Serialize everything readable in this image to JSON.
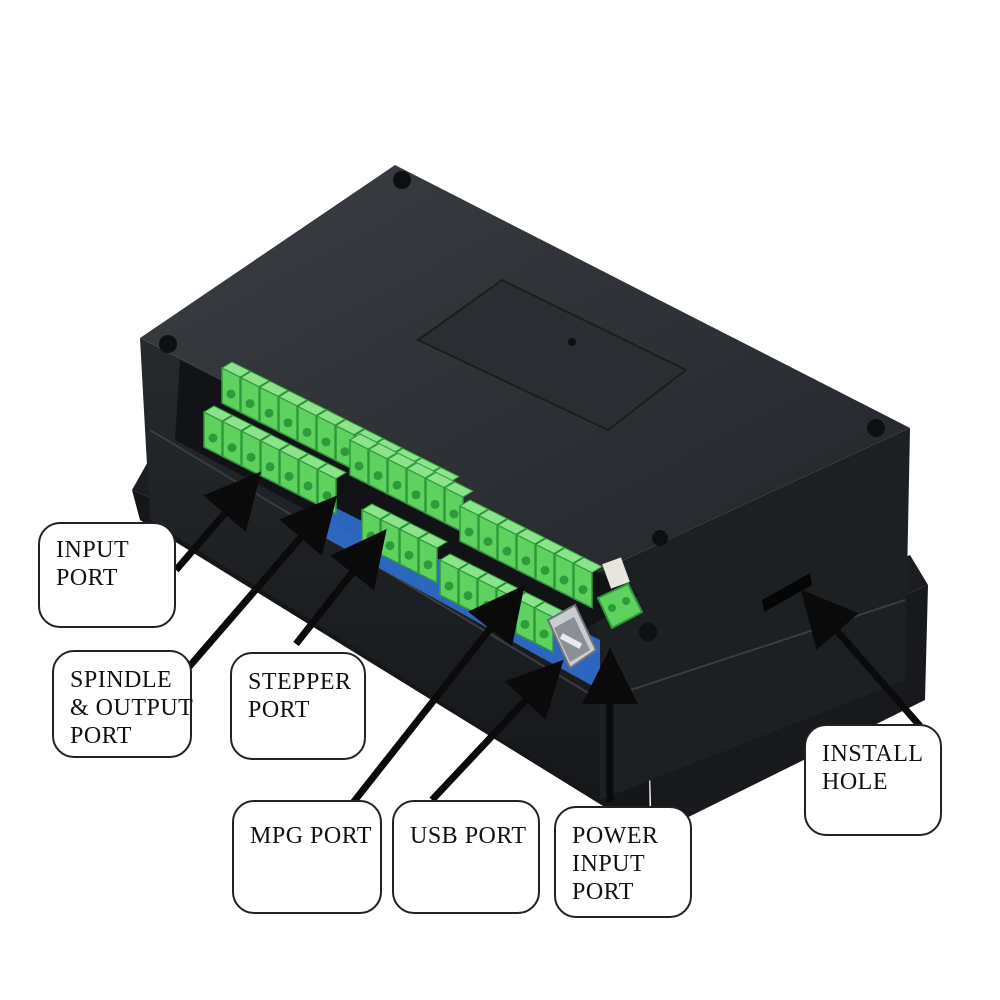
{
  "labels": {
    "input_port": [
      "INPUT",
      "PORT"
    ],
    "spindle_output_port": [
      "SPINDLE",
      "& OUTPUT",
      "PORT"
    ],
    "stepper_port": [
      "STEPPER",
      "PORT"
    ],
    "mpg_port": [
      "MPG PORT"
    ],
    "usb_port": [
      "USB PORT"
    ],
    "power_input_port": [
      "POWER",
      "INPUT",
      "PORT"
    ],
    "install_hole": [
      "INSTALL",
      "HOLE"
    ]
  },
  "colors": {
    "terminal_green": "#5fd15f",
    "terminal_shadow": "#2f9a3a",
    "enclosure": "#2b2e33",
    "pcb_blue": "#2f6fd0",
    "arrow": "#0a0a0a"
  }
}
